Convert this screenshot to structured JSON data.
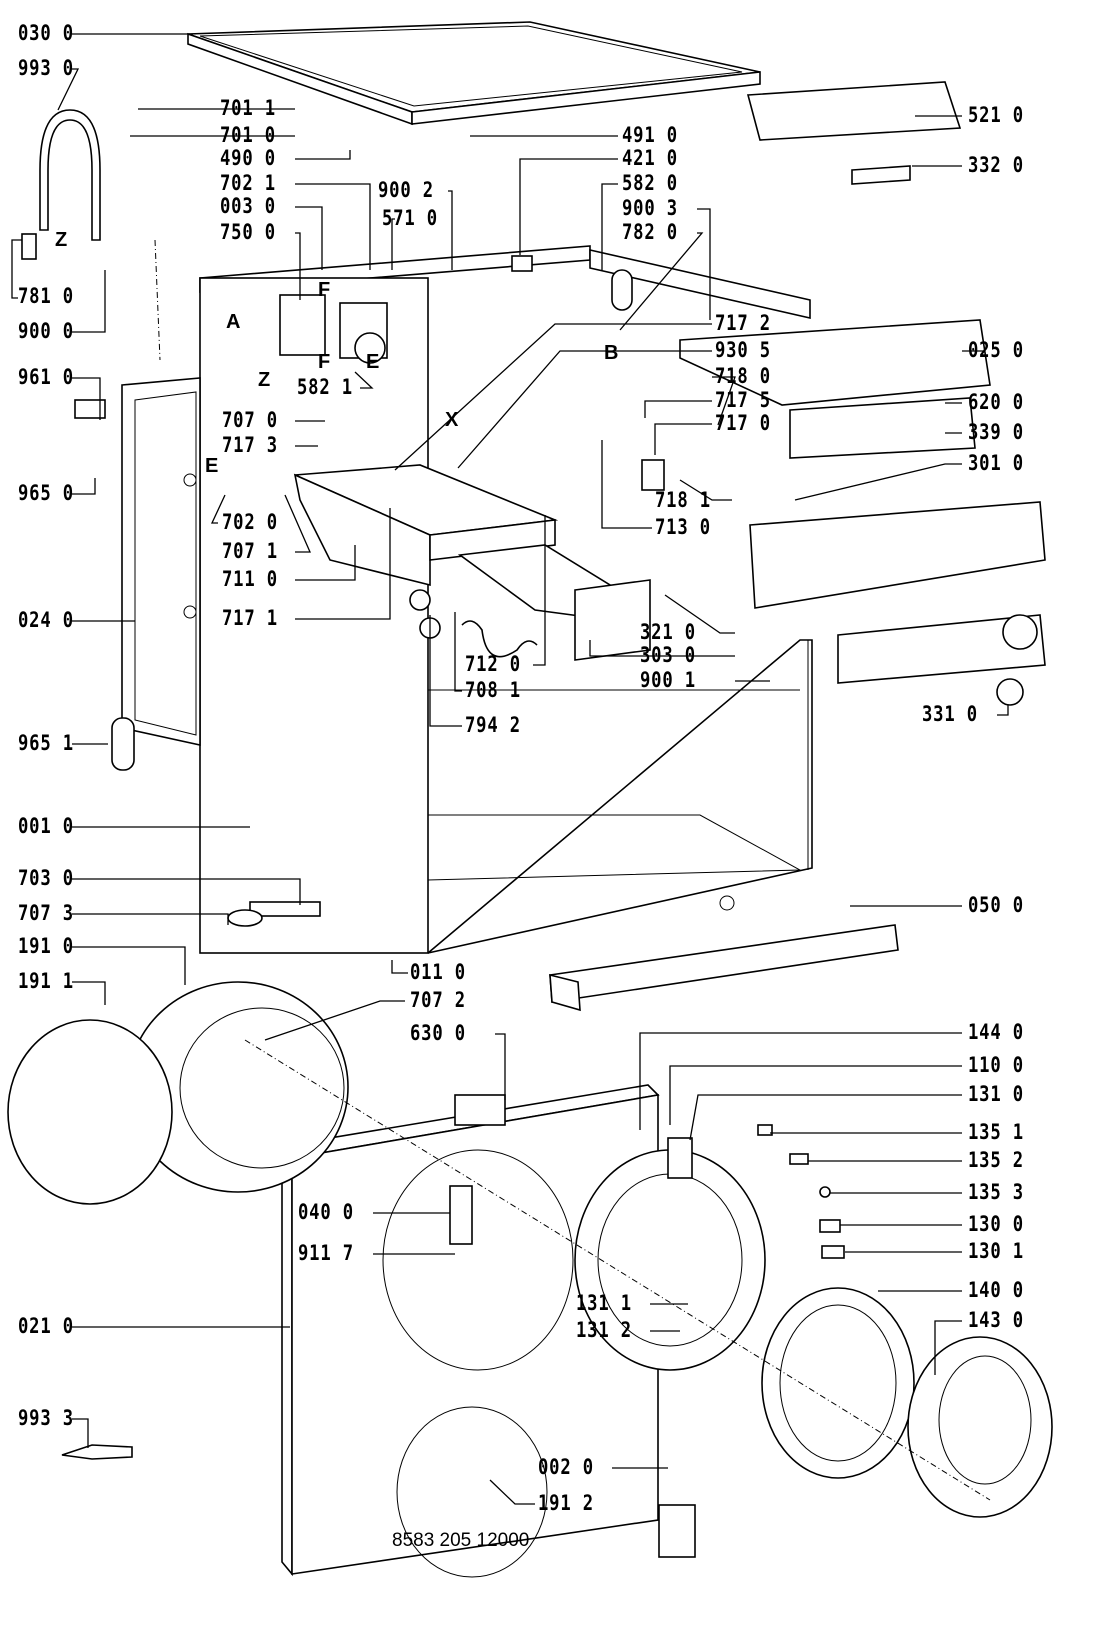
{
  "diagram": {
    "drawing_number": "8583 205 12000",
    "part_labels": {
      "p0300": "030 0",
      "p9930": "993 0",
      "p7811": "701 1",
      "p7010": "701 0",
      "p4900": "490 0",
      "p7021": "702 1",
      "p0030": "003 0",
      "p7500": "750 0",
      "p9002": "900 2",
      "p5710": "571 0",
      "p4910": "491 0",
      "p4210": "421 0",
      "p5820": "582 0",
      "p9003": "900 3",
      "p7820": "782 0",
      "p5210": "521 0",
      "p3320": "332 0",
      "p7810": "781 0",
      "p9000": "900 0",
      "p0250": "025 0",
      "p7172": "717 2",
      "p9305": "930 5",
      "p7180": "718 0",
      "p7175": "717 5",
      "p7170": "717 0",
      "p9610": "961 0",
      "p6200": "620 0",
      "p3390": "339 0",
      "p7070": "707 0",
      "p7173": "717 3",
      "p9650": "965 0",
      "p3010": "301 0",
      "p7181": "718 1",
      "p7130": "713 0",
      "p7020": "702 0",
      "p7071": "707 1",
      "p7110": "711 0",
      "p7171": "717 1",
      "p0240": "024 0",
      "p3210": "321 0",
      "p3030": "303 0",
      "p9001": "900 1",
      "p7120": "712 0",
      "p7081": "708 1",
      "p7942": "794 2",
      "p3310": "331 0",
      "p9651": "965 1",
      "p0010": "001 0",
      "p7030": "703 0",
      "p0500": "050 0",
      "p7073": "707 3",
      "p1910": "191 0",
      "p0110": "011 0",
      "p1911": "191 1",
      "p7072": "707 2",
      "p6300": "630 0",
      "p1440": "144 0",
      "p1100": "110 0",
      "p1310": "131 0",
      "p1351": "135 1",
      "p1352": "135 2",
      "p1353": "135 3",
      "p0400": "040 0",
      "p1300": "130 0",
      "p9117": "911 7",
      "p1301": "130 1",
      "p1311": "131 1",
      "p1312": "131 2",
      "p1400": "140 0",
      "p0210": "021 0",
      "p1430": "143 0",
      "p9933": "993 3",
      "p0020": "002 0",
      "p1912": "191 2",
      "p5821": "582 1"
    },
    "reference_letters": {
      "z1": "Z",
      "f1": "F",
      "a": "A",
      "f2": "F",
      "e1": "E",
      "z2": "Z",
      "b": "B",
      "x": "X",
      "e2": "E"
    }
  }
}
